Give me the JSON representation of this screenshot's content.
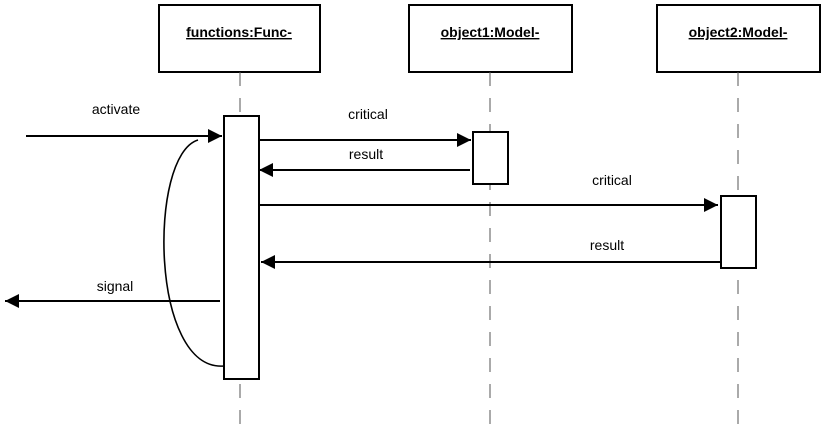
{
  "diagram": {
    "objects": [
      {
        "id": "functions",
        "label": "functions:Func-"
      },
      {
        "id": "object1",
        "label": "object1:Model-"
      },
      {
        "id": "object2",
        "label": "object2:Model-"
      }
    ],
    "messages": {
      "activate": "activate",
      "critical_1": "critical",
      "result_1": "result",
      "critical_2": "critical",
      "result_2": "result",
      "signal": "signal"
    }
  }
}
